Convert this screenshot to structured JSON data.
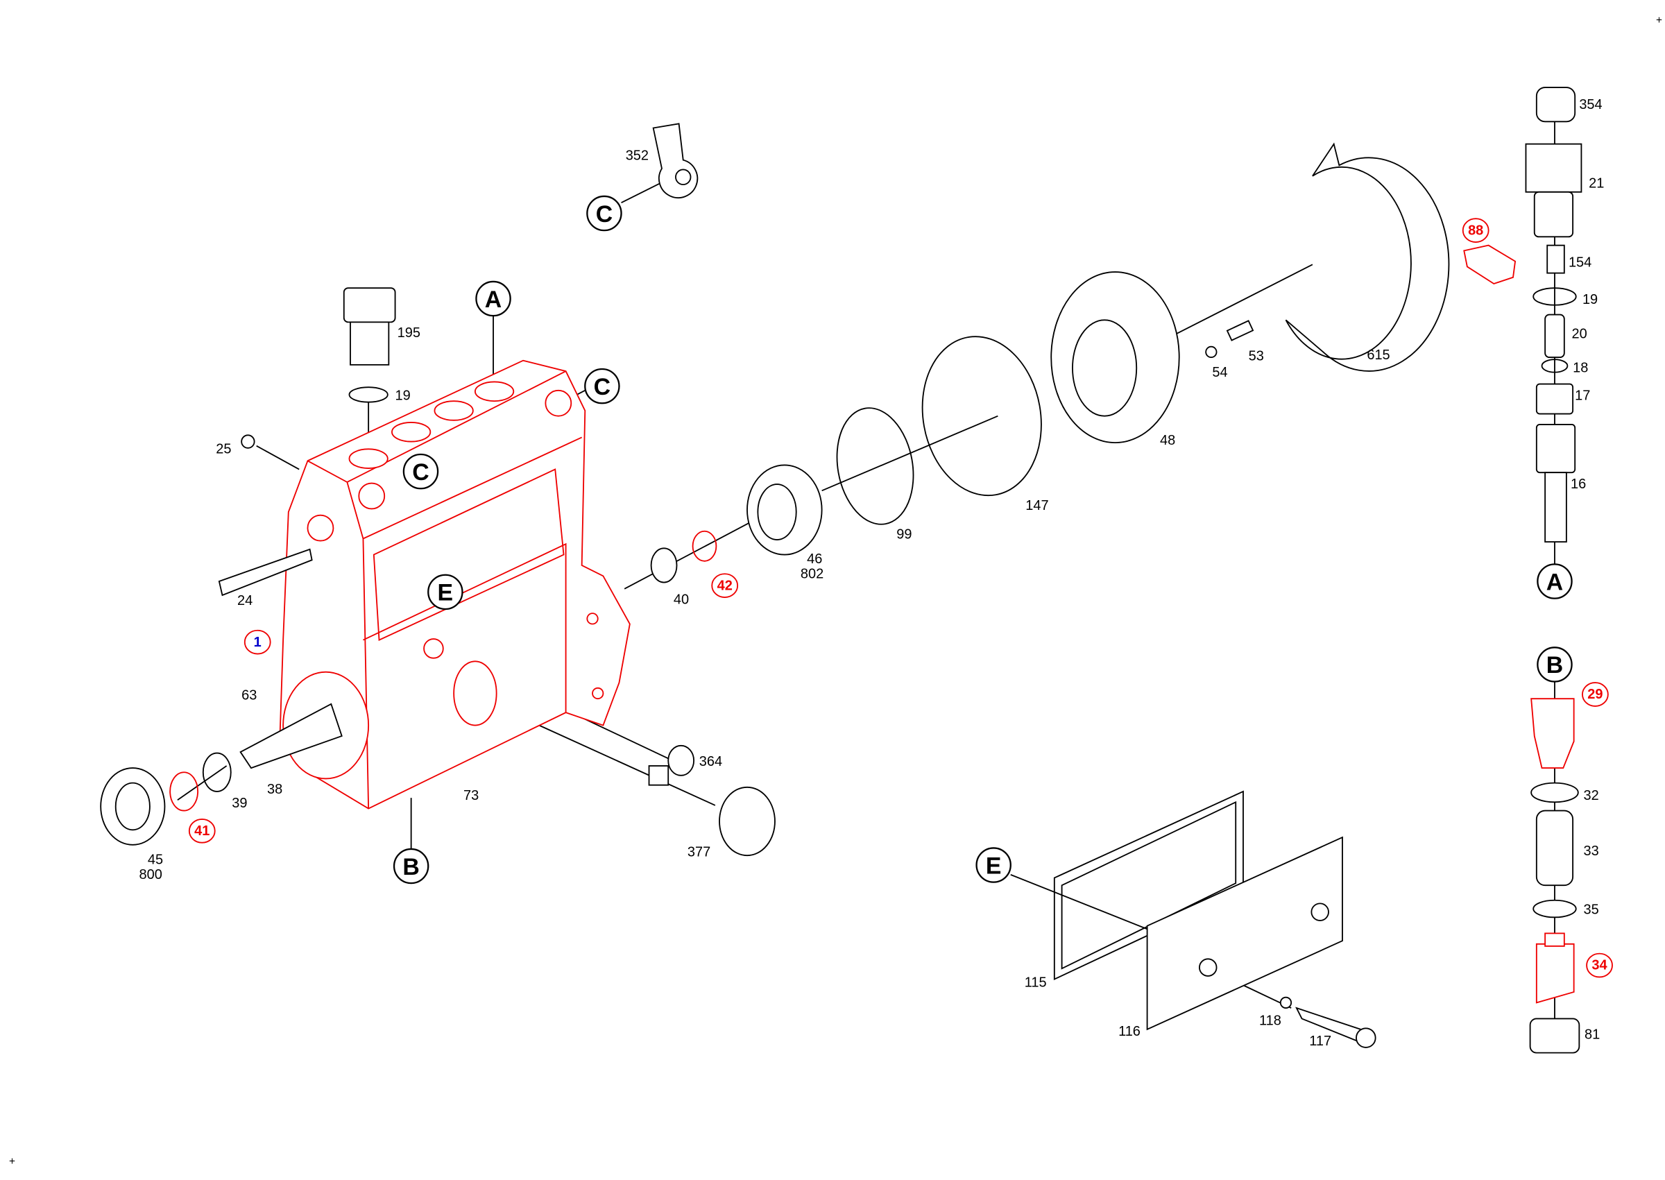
{
  "diagram": {
    "corner_marks": [
      "+",
      "+"
    ],
    "part_labels": [
      "352",
      "195",
      "19",
      "25",
      "24",
      "63",
      "39",
      "38",
      "45",
      "800",
      "73",
      "364",
      "377",
      "40",
      "46",
      "802",
      "99",
      "147",
      "48",
      "54",
      "53",
      "615",
      "115",
      "116",
      "118",
      "117",
      "354",
      "21",
      "154",
      "19",
      "20",
      "18",
      "17",
      "16",
      "32",
      "33",
      "35",
      "81"
    ],
    "highlighted_labels": [
      "88",
      "42",
      "41",
      "29",
      "34"
    ],
    "main_part_label": "1",
    "reference_markers": [
      "C",
      "A",
      "C",
      "C",
      "E",
      "B",
      "A",
      "B",
      "E"
    ],
    "colors": {
      "highlight": "#e00000",
      "main_part": "#0000cc",
      "line": "#000000"
    }
  }
}
